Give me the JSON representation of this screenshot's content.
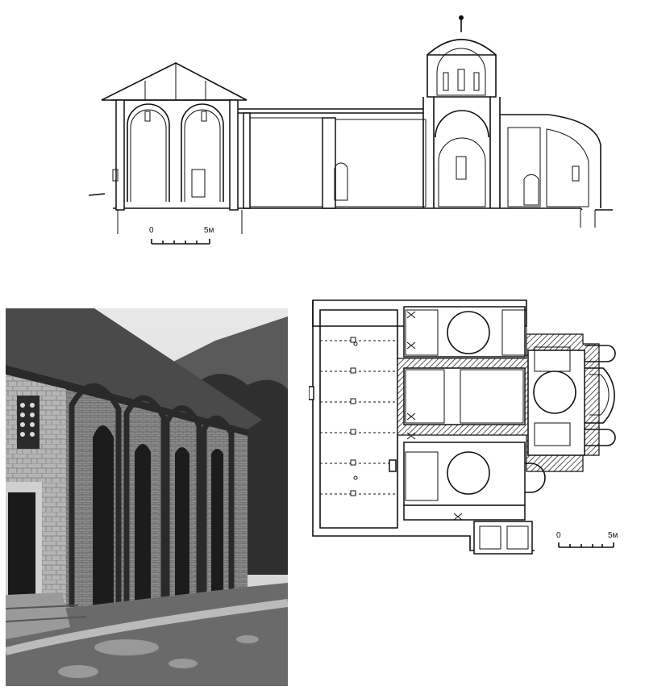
{
  "section_scale": {
    "zero": "0",
    "five": "5м"
  },
  "plan_scale": {
    "zero": "0",
    "five": "5м"
  }
}
